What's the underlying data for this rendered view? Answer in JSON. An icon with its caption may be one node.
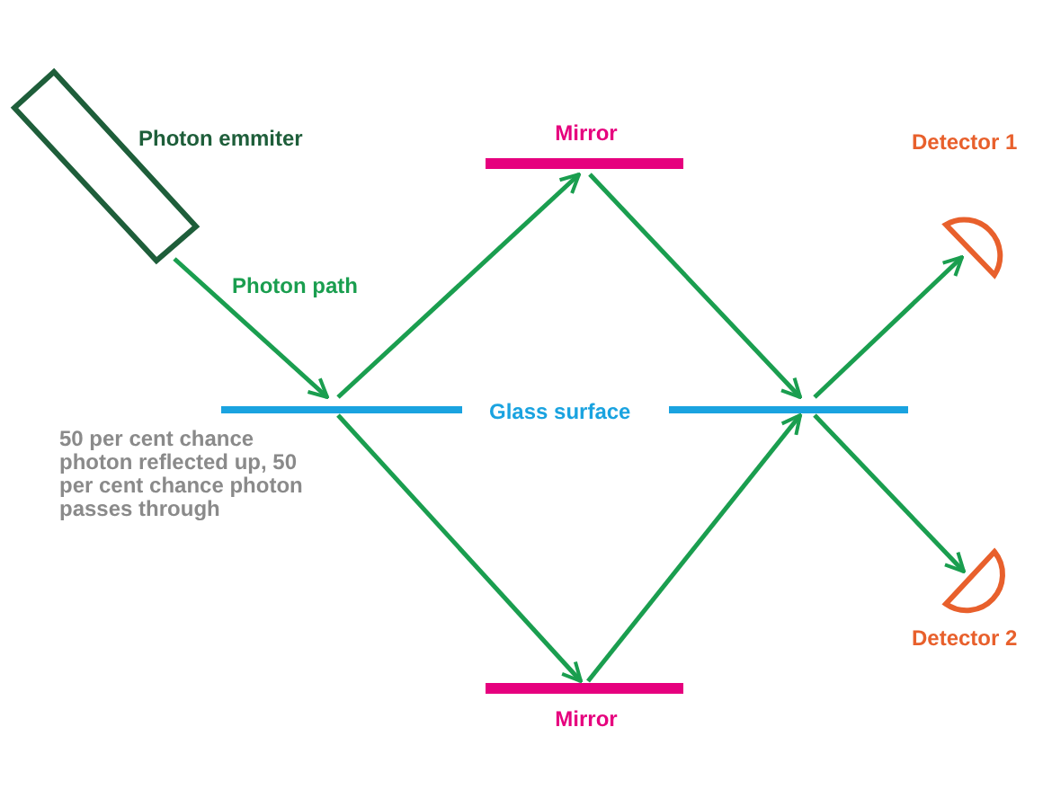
{
  "diagram": {
    "nodes": [
      {
        "text": [
          "Photon emmiter"
        ]
      },
      {
        "text": [],
        "shape": "bar"
      },
      {
        "text": [
          "Mirror"
        ]
      },
      {
        "text": [
          "Mirror"
        ]
      },
      {
        "text": [],
        "shape": "bar"
      },
      {
        "text": [
          "Detector 1"
        ]
      },
      {
        "text": [
          "Detector 2"
        ]
      }
    ],
    "edges": [
      {
        "from": 0,
        "to": 1,
        "arrow": "to",
        "label": "Photon path"
      },
      {
        "from": 1,
        "to": 2,
        "arrow": "to"
      },
      {
        "from": 1,
        "to": 3,
        "arrow": "to"
      },
      {
        "from": 2,
        "to": 4,
        "arrow": "to"
      },
      {
        "from": 3,
        "to": 4,
        "arrow": "to"
      },
      {
        "from": 4,
        "to": 5,
        "arrow": "to"
      },
      {
        "from": 4,
        "to": 6,
        "arrow": "to"
      }
    ],
    "labels": [
      "Glass surface",
      "50 per cent chance photon reflected up, 50 per cent chance photon passes through"
    ]
  }
}
